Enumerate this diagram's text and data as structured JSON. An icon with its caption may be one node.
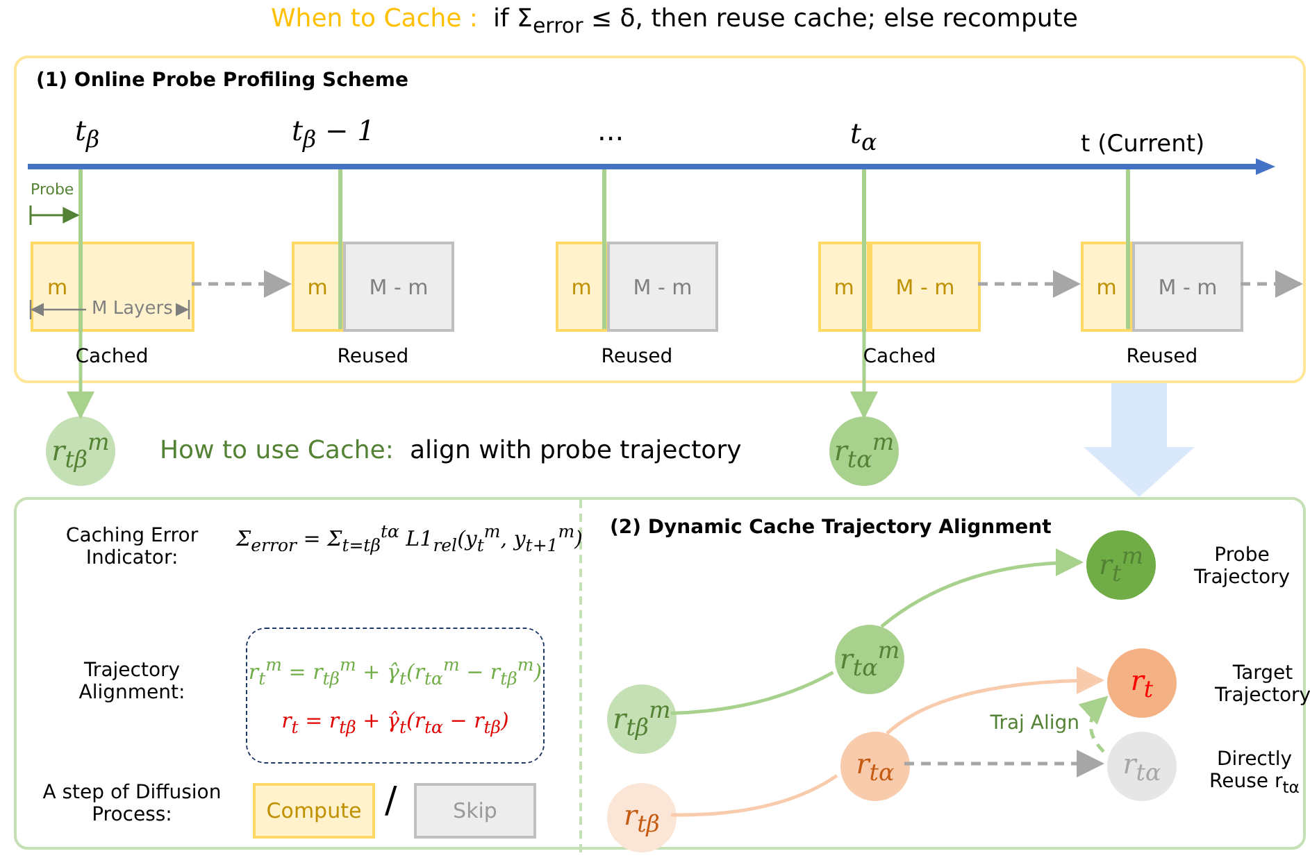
{
  "diagram": {
    "nodes": [
      {
        "text": [
          "(1) Online Probe Profiling Scheme"
        ]
      },
      {
        "text": [
          "m"
        ],
        "beside": [
          "t$_{β}$",
          "Cached"
        ],
        "in": 0
      },
      {
        "text": [
          "m",
          "M - m"
        ],
        "beside": [
          "t$_{β}$ − 1",
          "Reused"
        ],
        "in": 0
      },
      {
        "text": [
          "m",
          "M - m"
        ],
        "beside": [
          "...",
          "Reused"
        ],
        "in": 0
      },
      {
        "text": [
          "m",
          "M - m"
        ],
        "beside": [
          "t$_{α}$",
          "Cached"
        ],
        "in": 0
      },
      {
        "text": [
          "m",
          "M - m"
        ],
        "beside": [
          "t (Current)",
          "Reused"
        ],
        "in": 0
      },
      {
        "text": [
          "r$_{tβ}$$^{m}$"
        ]
      },
      {
        "text": [
          "r$_{tα}$$^{m}$"
        ]
      },
      {
        "text": [],
        "shape": "box"
      },
      {
        "text": [
          "(2) Dynamic Cache Trajectory Alignment"
        ],
        "in": 8
      },
      {
        "text": [
          "r$_{t}$$^{m}$ = r$_{tβ}$$^{m}$ + γ̂$_{t}$(r$_{tα}$$^{m}$ − r$_{tβ}$$^{m}$)",
          "r$_{t}$ = r$_{tβ}$ + γ̂$_{t}$(r$_{tα}$ − r$_{tβ}$)"
        ],
        "in": 8
      },
      {
        "text": [
          "Compute"
        ],
        "in": 8
      },
      {
        "text": [
          "Skip"
        ],
        "in": 8
      },
      {
        "text": [
          "r$_{tβ}$$^{m}$"
        ],
        "in": 9
      },
      {
        "text": [
          "r$_{tα}$$^{m}$"
        ],
        "in": 9
      },
      {
        "text": [
          "r$_{t}$$^{m}$"
        ],
        "beside": [
          "Probe Trajectory"
        ],
        "in": 9
      },
      {
        "text": [
          "r$_{tβ}$"
        ],
        "in": 9
      },
      {
        "text": [
          "r$_{tα}$"
        ],
        "in": 9
      },
      {
        "text": [
          "r$_{t}$"
        ],
        "beside": [
          "Target Trajectory"
        ],
        "in": 9
      },
      {
        "text": [
          "r$_{tα}$"
        ],
        "beside": [
          "Directly Reuse r$_{tα}$"
        ],
        "in": 9
      }
    ],
    "edges": [
      {
        "from": 1,
        "to": 2,
        "arrow": "to",
        "style": "dashed",
        "color": "#a6a6a6"
      },
      {
        "from": 4,
        "to": 5,
        "arrow": "to",
        "style": "dashed",
        "color": "#a6a6a6"
      },
      {
        "from": 5,
        "to": null,
        "arrow": "to",
        "style": "dashed",
        "color": "#a6a6a6"
      },
      {
        "from": 1,
        "to": 6,
        "arrow": "to",
        "color": "#a9d18e"
      },
      {
        "from": 4,
        "to": 7,
        "arrow": "to",
        "color": "#a9d18e"
      },
      {
        "from": 0,
        "to": 8,
        "arrow": "to",
        "style": "thick",
        "color": "#dae8fc"
      },
      {
        "from": 13,
        "to": 14,
        "arrow": "none",
        "color": "#a9d18e"
      },
      {
        "from": 14,
        "to": 15,
        "arrow": "to",
        "color": "#a9d18e"
      },
      {
        "from": 16,
        "to": 17,
        "arrow": "none",
        "color": "#f8cbad"
      },
      {
        "from": 17,
        "to": 18,
        "arrow": "to",
        "color": "#f8cbad"
      },
      {
        "from": 17,
        "to": 19,
        "arrow": "to",
        "style": "dashed",
        "color": "#a6a6a6"
      },
      {
        "from": 19,
        "to": 18,
        "arrow": "to",
        "label": "Traj Align",
        "style": "dashed",
        "color": "#a9d18e"
      }
    ],
    "labels": [
      "When to Cache :",
      "if Σ$_{error}$ ≤ δ, then reuse cache; else recompute",
      "Probe",
      "M Layers",
      "How to use Cache:",
      "align with probe trajectory",
      "Caching Error Indicator:",
      "Σ$_{error}$ = Σ$_{t=tβ}$$^{tα}$ L1$_{rel}$(y$_{t}$$^{m}$, y$_{t+1}$$^{m}$)",
      "Trajectory Alignment:",
      "A step of Diffusion Process:",
      "/"
    ]
  }
}
